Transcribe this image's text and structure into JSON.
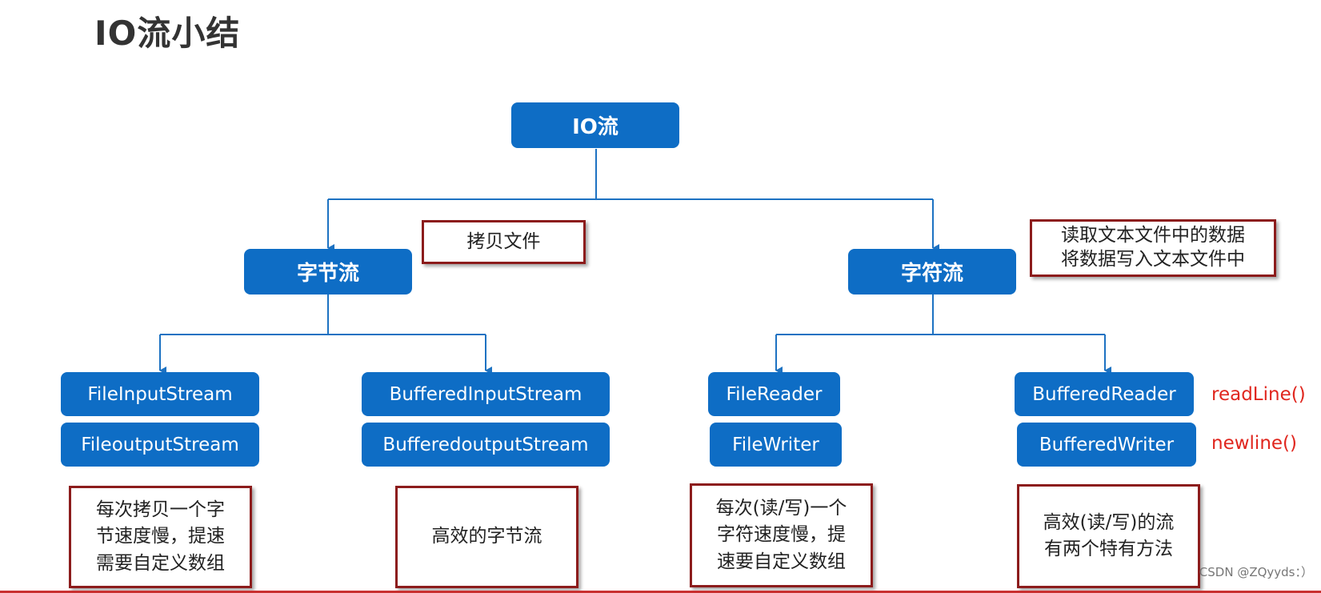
{
  "title": "IO流小结",
  "root": "IO流",
  "byte_stream": {
    "label": "字节流",
    "note": "拷贝文件",
    "basic": {
      "input": "FileInputStream",
      "output": "FileoutputStream",
      "note": [
        "每次拷贝一个字",
        "节速度慢，提速",
        "需要自定义数组"
      ]
    },
    "buffered": {
      "input": "BufferedInputStream",
      "output": "BufferedoutputStream",
      "note": [
        "高效的字节流"
      ]
    }
  },
  "char_stream": {
    "label": "字符流",
    "note": [
      "读取文本文件中的数据",
      "将数据写入文本文件中"
    ],
    "basic": {
      "input": "FileReader",
      "output": "FileWriter",
      "note": [
        "每次(读/写)一个",
        "字符速度慢，提",
        "速要自定义数组"
      ]
    },
    "buffered": {
      "input": "BufferedReader",
      "output": "BufferedWriter",
      "note": [
        "高效(读/写)的流",
        "有两个特有方法"
      ],
      "reader_method": "readLine()",
      "writer_method": "newline()"
    }
  },
  "watermark": "CSDN @ZQyyds：）",
  "colors": {
    "node_fill": "#0e6dc5",
    "connector": "#1d72c2",
    "note_border": "#8c1c1c",
    "method_text": "#e0261e"
  }
}
